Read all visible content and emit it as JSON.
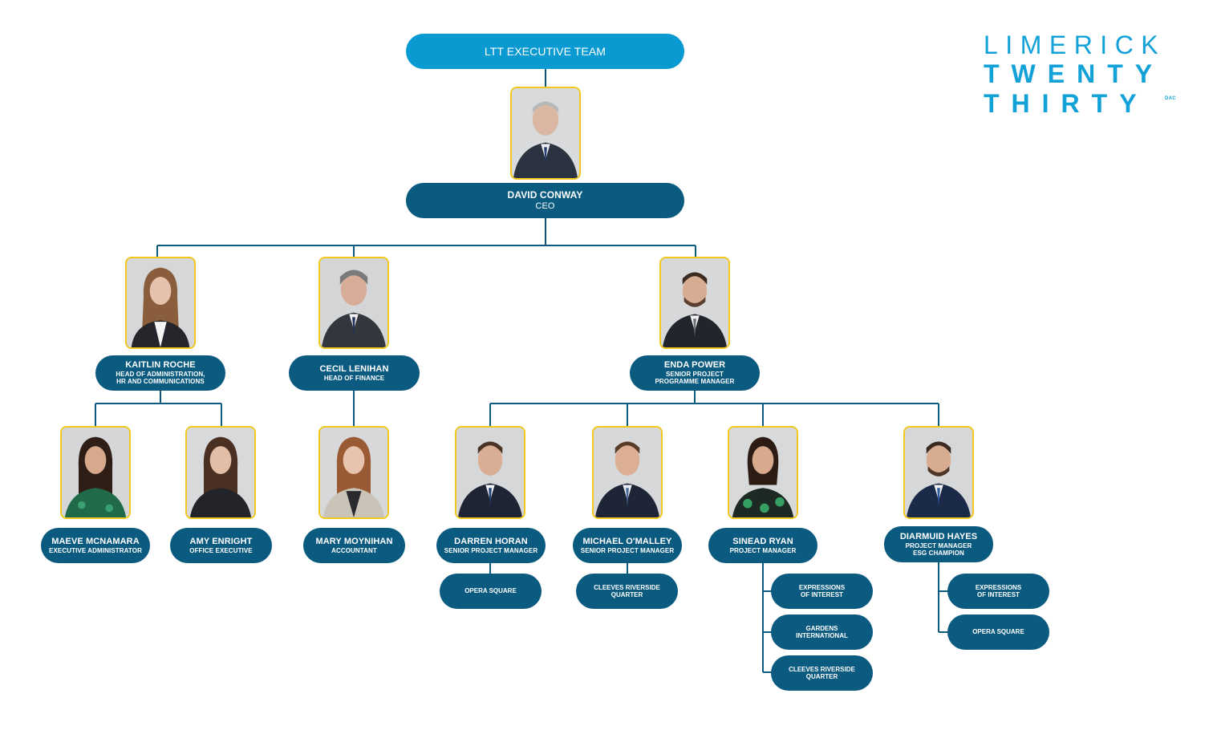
{
  "logo": {
    "line1": "LIMERICK",
    "line2": "TWENTY",
    "line3": "THIRTY",
    "suffix": "DAC"
  },
  "colors": {
    "top_pill": "#0a9ad2",
    "pill": "#0b5a80",
    "photo_border": "#f2c81d",
    "connector": "#0b5a80",
    "logo": "#12a2d8"
  },
  "title": "LTT EXECUTIVE TEAM",
  "ceo": {
    "name": "DAVID CONWAY",
    "role": "CEO"
  },
  "heads": [
    {
      "name": "KAITLIN ROCHE",
      "role_line1": "HEAD OF ADMINISTRATION,",
      "role_line2": "HR AND COMMUNICATIONS"
    },
    {
      "name": "CECIL LENIHAN",
      "role_line1": "HEAD OF FINANCE",
      "role_line2": ""
    },
    {
      "name": "ENDA POWER",
      "role_line1": "SENIOR PROJECT",
      "role_line2": "PROGRAMME MANAGER"
    }
  ],
  "staff": [
    {
      "name": "MAEVE MCNAMARA",
      "role_line1": "EXECUTIVE ADMINISTRATOR",
      "role_line2": ""
    },
    {
      "name": "AMY ENRIGHT",
      "role_line1": "OFFICE EXECUTIVE",
      "role_line2": ""
    },
    {
      "name": "MARY MOYNIHAN",
      "role_line1": "ACCOUNTANT",
      "role_line2": ""
    },
    {
      "name": "DARREN HORAN",
      "role_line1": "SENIOR PROJECT MANAGER",
      "role_line2": ""
    },
    {
      "name": "MICHAEL O'MALLEY",
      "role_line1": "SENIOR PROJECT MANAGER",
      "role_line2": ""
    },
    {
      "name": "SINEAD RYAN",
      "role_line1": "PROJECT MANAGER",
      "role_line2": ""
    },
    {
      "name": "DIARMUID HAYES",
      "role_line1": "PROJECT MANAGER",
      "role_line2": "ESG CHAMPION"
    }
  ],
  "projects": {
    "darren": [
      {
        "line1": "OPERA SQUARE",
        "line2": ""
      }
    ],
    "michael": [
      {
        "line1": "CLEEVES RIVERSIDE",
        "line2": "QUARTER"
      }
    ],
    "sinead": [
      {
        "line1": "EXPRESSIONS",
        "line2": "OF INTEREST"
      },
      {
        "line1": "GARDENS",
        "line2": "INTERNATIONAL"
      },
      {
        "line1": "CLEEVES RIVERSIDE",
        "line2": "QUARTER"
      }
    ],
    "diarmuid": [
      {
        "line1": "EXPRESSIONS",
        "line2": "OF INTEREST"
      },
      {
        "line1": "OPERA SQUARE",
        "line2": ""
      }
    ]
  }
}
